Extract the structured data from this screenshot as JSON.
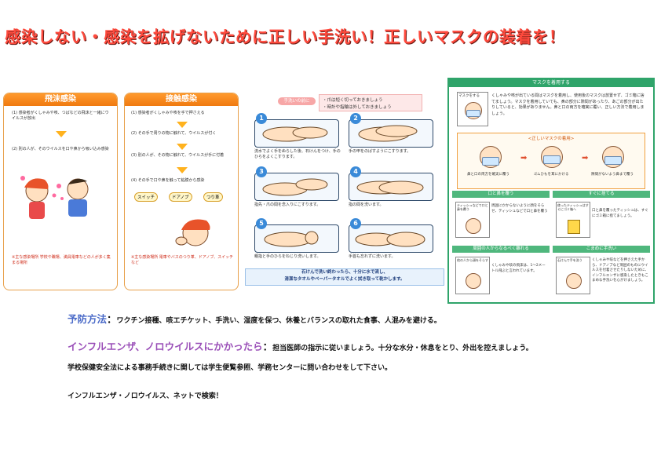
{
  "title": "感染しない・感染を拡げないために正しい手洗い！正しいマスクの装着を！",
  "colors": {
    "title": "#ff4a3d",
    "prevention_label": "#4a6ac8",
    "flu_label": "#9a4fb8",
    "panel_orange": "#f07a10",
    "mask_green": "#2fa46a"
  },
  "droplet": {
    "heading": "飛沫感染",
    "step1": "(1) 感染者がくしゃみや咳、つばなどの飛沫と一緒にウイルスが放出",
    "step2": "(2) 別の人が、そのウイルスを口や鼻から吸い込み感染",
    "note": "※主な感染場所 学校や職場、満員電車などの人が多く集まる場所"
  },
  "contact": {
    "heading": "接触感染",
    "step1": "(1) 感染者がくしゃみや咳を手で押さえる",
    "step2": "(2) その手で周りの物に触れて、ウイルスが付く",
    "step3": "(3) 別の人が、その物に触れて、ウイルスが手に付着",
    "step4": "(4) その手で口や鼻を触って粘膜から感染",
    "item1": "スイッチ",
    "item2": "ドアノブ",
    "item3": "つり革",
    "note": "※主な感染場所 電車やバスのつり革、ドアノブ、スイッチなど"
  },
  "handwash": {
    "pill": "手洗いの前に",
    "pre1": "・爪は短く切っておきましょう",
    "pre2": "・時計や指輪は外しておきましょう",
    "steps": [
      {
        "num": "1",
        "text": "流水でよく手をぬらした後、石けんをつけ、手のひらをよくこすります。"
      },
      {
        "num": "2",
        "text": "手の甲をのばすようにこすります。"
      },
      {
        "num": "3",
        "text": "指先・爪の間を念入りにこすります。"
      },
      {
        "num": "4",
        "text": "指の間を洗います。"
      },
      {
        "num": "5",
        "text": "親指と手のひらをねじり洗いします。"
      },
      {
        "num": "6",
        "text": "手首も忘れずに洗います。"
      }
    ],
    "footer1": "石けんで洗い終わったら、十分に水で流し、",
    "footer2": "清潔なタオルやペーパータオルでよく拭き取って乾かします。"
  },
  "mask": {
    "heading": "マスクを着用する",
    "tag": "マスクをする",
    "desc": "くしゃみや咳が出ている間はマスクを着用し、使用後のマスクは放置せず、ゴミ箱に捨てましょう。マスクを着用していても、鼻の部分に隙間があったり、あごの部分が出たりしていると、効果がありません。鼻と口の両方を確実に覆い、正しい方法で着用しましょう。",
    "correct_title": "<正しいマスクの着用>",
    "cap1": "鼻と口の両方を確実に覆う",
    "cap2": "ゴムひもを耳にかける",
    "cap3": "隙間がないよう鼻まで覆う",
    "sec1_head": "口と鼻を覆う",
    "sec1_tag": "ティッシュなどで口と鼻を覆う",
    "sec1_text": "周囲にかからないように顔をそらせ、ティッシュなどで口と鼻を覆う",
    "sec2_head": "すぐに捨てる",
    "sec2_tag": "使ったティッシュはすぐにゴミ箱へ",
    "sec2_text": "口と鼻を覆ったティッシュは、すぐにゴミ箱に捨てましょう。",
    "sec3_head": "周囲の人からなるべく離れる",
    "sec3_tag": "他の人から顔をそらす",
    "sec3_text": "くしゃみや咳の飛沫は、1～2メートル飛ぶと言われています。",
    "sec4_head": "こまめに手洗い",
    "sec4_tag": "石けんで手を洗う",
    "sec4_text": "くしゃみや咳などを押さえた手から、ドアノブなど周囲のものにウイルスを付着させたりしないために、インフルエンザに感染したときもこまめな手洗いを心がけましょう。"
  },
  "info": {
    "prevention_label": "予防方法",
    "prevention_colon": "：",
    "prevention_text": "ワクチン接種、咳エチケット、手洗い、湿度を保つ、休養とバランスの取れた食事、人混みを避ける。",
    "flu_label": "インフルエンザ、ノロウイルスにかかったら",
    "flu_colon": "：",
    "flu_text": "担当医師の指示に従いましょう。十分な水分・休息をとり、外出を控えましょう。",
    "school_text": "学校保健安全法による事務手続きに関しては学生便覧参照、学務センターに問い合わせをして下さい。",
    "search_text": "インフルエンザ・ノロウイルス、ネットで検索！"
  }
}
